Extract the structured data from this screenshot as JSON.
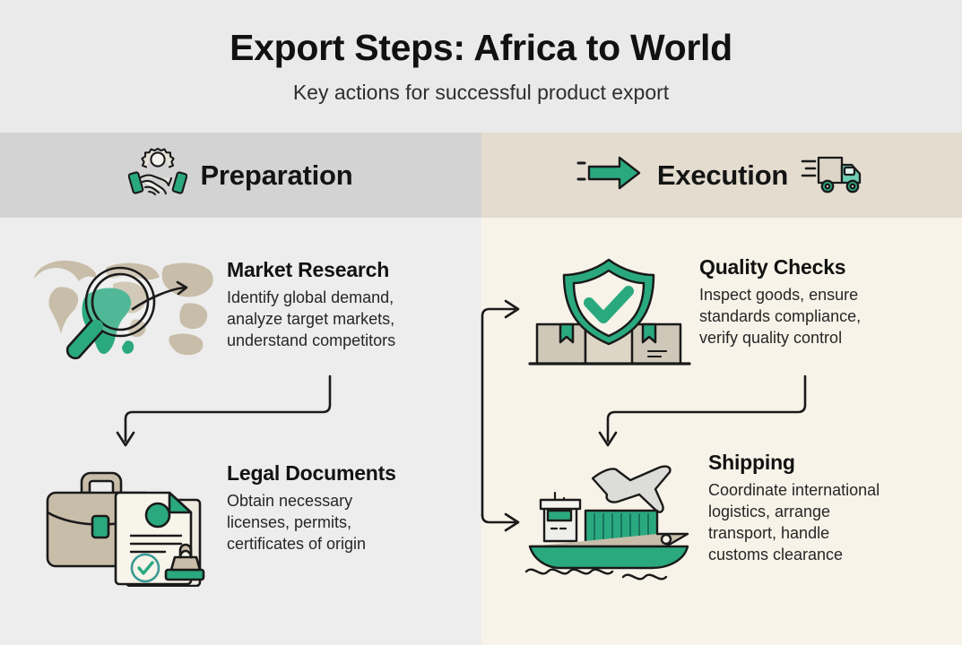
{
  "header": {
    "title": "Export Steps: Africa to World",
    "subtitle": "Key actions for successful product export"
  },
  "colors": {
    "green": "#2aa97f",
    "tan": "#c8bda9",
    "dark": "#1a1a1a",
    "title_bg": "#eaeaea",
    "left_header_bg": "#d3d3d3",
    "right_header_bg": "#e3dccf",
    "left_body_bg": "#ededed",
    "right_body_bg": "#f7f3e8"
  },
  "columns": [
    {
      "id": "preparation",
      "label": "Preparation",
      "icon": "handshake-gear-icon",
      "steps": [
        {
          "title": "Market Research",
          "desc": "Identify global demand,\nanalyze target markets,\nunderstand competitors",
          "icon": "world-map-magnifier-icon"
        },
        {
          "title": "Legal Documents",
          "desc": "Obtain necessary\nlicenses, permits,\ncertificates of origin",
          "icon": "briefcase-documents-icon"
        }
      ]
    },
    {
      "id": "execution",
      "label": "Execution",
      "icon_left": "green-arrow-icon",
      "icon_right": "delivery-truck-icon",
      "steps": [
        {
          "title": "Quality Checks",
          "desc": "Inspect goods, ensure\nstandards compliance,\nverify quality control",
          "icon": "shield-check-boxes-icon"
        },
        {
          "title": "Shipping",
          "desc": "Coordinate international\nlogistics, arrange\ntransport, handle\ncustoms clearance",
          "icon": "cargo-ship-plane-icon"
        }
      ]
    }
  ]
}
